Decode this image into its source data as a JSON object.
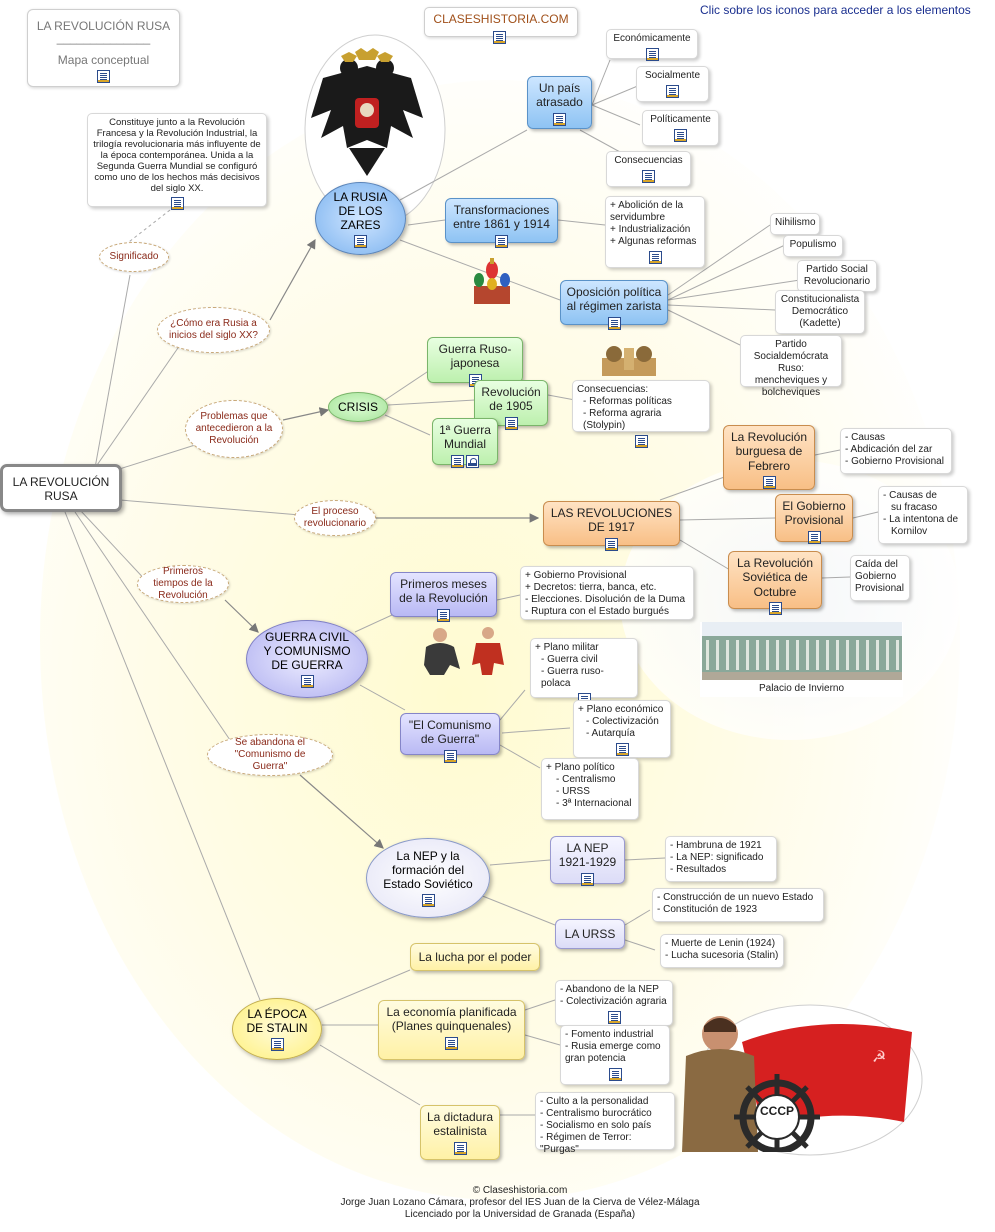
{
  "hint": "Clic sobre los iconos para acceder a los elementos",
  "title_box": {
    "title": "LA REVOLUCIÓN RUSA",
    "rule": "______________",
    "subtitle": "Mapa conceptual"
  },
  "website": "CLASESHISTORIA.COM",
  "significado_text": "Constituye junto a la Revolución Francesa y la Revolución Industrial, la trilogía revolucionaria más influyente de la época contemporánea. Unida a la Segunda Guerra Mundial se configuró como uno de los hechos más decisivos del siglo XX.",
  "main_node": "LA REVOLUCIÓN RUSA",
  "links": {
    "significado": "Significado",
    "como_era": "¿Cómo era Rusia a inicios del siglo XX?",
    "problemas": "Problemas que antecedieron a la Revolución",
    "proceso": "El proceso revolucionario",
    "primeros": "Primeros tiempos de la Revolución",
    "abandona": "Se abandona el \"Comunismo de Guerra\""
  },
  "rusia_zares": "LA RUSIA DE LOS ZARES",
  "pais_atrasado": "Un país atrasado",
  "aspects": {
    "economico": "Económicamente",
    "social": "Socialmente",
    "politico": "Políticamente",
    "consecuencias": "Consecuencias"
  },
  "transformaciones": "Transformaciones entre 1861 y 1914",
  "transf_list": [
    "+ Abolición de la servidumbre",
    "+ Industrialización",
    "+ Algunas reformas"
  ],
  "oposicion": "Oposición política al régimen zarista",
  "parties": {
    "nihilismo": "Nihilismo",
    "populismo": "Populismo",
    "psr": "Partido Social Revolucionario",
    "kadette": "Constitucionalista Democrático (Kadette)",
    "psd": "Partido Socialdemócrata Ruso: mencheviques y bolcheviques"
  },
  "crisis": "CRISIS",
  "guerra_rj": "Guerra Ruso-japonesa",
  "rev1905": "Revolución de 1905",
  "guerra_mundial": "1ª Guerra Mundial",
  "cons_1905": {
    "title": "Consecuencias:",
    "items": [
      "- Reformas políticas",
      "- Reforma agraria (Stolypin)"
    ]
  },
  "revoluciones": "LAS REVOLUCIONES DE 1917",
  "febrero": "La Revolución burguesa de Febrero",
  "febrero_list": [
    "- Causas",
    "- Abdicación del zar",
    "- Gobierno Provisional"
  ],
  "gob_prov": "El Gobierno Provisional",
  "gob_prov_list": [
    "- Causas de",
    "su fracaso",
    "- La intentona de",
    "Kornilov"
  ],
  "octubre": "La Revolución Soviética de Octubre",
  "octubre_list": [
    "Caída del",
    "Gobierno",
    "Provisional"
  ],
  "palacio": "Palacio de Invierno",
  "guerra_civil": "GUERRA CIVIL Y COMUNISMO DE GUERRA",
  "primeros_meses": "Primeros meses de la Revolución",
  "primeros_list": [
    "+ Gobierno Provisional",
    "+ Decretos: tierra, banca, etc.",
    "- Elecciones. Disolución de la Duma",
    "- Ruptura con el Estado burgués"
  ],
  "comunismo_guerra": "\"El Comunismo de Guerra\"",
  "plano_militar": [
    "+ Plano militar",
    "- Guerra civil",
    "- Guerra ruso-polaca"
  ],
  "plano_economico": [
    "+ Plano económico",
    "- Colectivización",
    "- Autarquía"
  ],
  "plano_politico": [
    "+ Plano político",
    "- Centralismo",
    "- URSS",
    "- 3ª Internacional"
  ],
  "nep_estado": "La NEP y la formación del Estado Soviético",
  "nep": "LA NEP 1921-1929",
  "nep_list": [
    "- Hambruna de 1921",
    "- La NEP: significado",
    "- Resultados"
  ],
  "urss": "LA URSS",
  "urss_list1": [
    "- Construcción de un nuevo Estado",
    "- Constitución de 1923"
  ],
  "urss_list2": [
    "- Muerte de Lenin (1924)",
    "- Lucha sucesoria (Stalin)"
  ],
  "stalin": "LA ÉPOCA DE STALIN",
  "lucha_poder": "La lucha por el poder",
  "economia": "La economía planificada (Planes quinquenales)",
  "econ_list1": [
    "- Abandono de la NEP",
    "- Colectivización agraria"
  ],
  "econ_list2": [
    "- Fomento industrial",
    "- Rusia emerge como gran potencia"
  ],
  "dictadura": "La dictadura estalinista",
  "dict_list": [
    "- Culto a la personalidad",
    "- Centralismo burocrático",
    "- Socialismo en solo país",
    "- Régimen de Terror: \"Purgas\""
  ],
  "poster_text": "CCCP",
  "footer": [
    "© Claseshistoria.com",
    "Jorge Juan Lozano Cámara, profesor del IES Juan de la Cierva de Vélez-Málaga",
    "Licenciado por la Universidad de Granada (España)"
  ]
}
